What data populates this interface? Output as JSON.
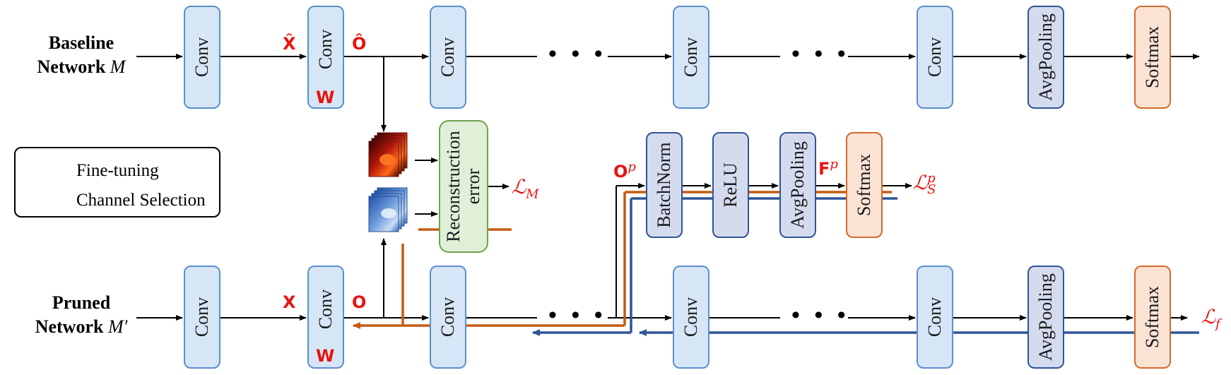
{
  "rows": {
    "baseline": {
      "line1": "Baseline",
      "line2": "Network",
      "symbol": "M"
    },
    "pruned": {
      "line1": "Pruned",
      "line2": "Network",
      "symbol": "M′"
    }
  },
  "blocks": {
    "conv": "Conv",
    "avgpool": "AvgPooling",
    "softmax": "Softmax",
    "batchnorm": "BatchNorm",
    "relu": "ReLU",
    "recon_line1": "Reconstruction",
    "recon_line2": "error"
  },
  "symbols": {
    "x_hat": "X̂",
    "o_hat": "Ô",
    "w": "W",
    "x": "X",
    "o": "O",
    "op_base": "O",
    "op_sup": "p",
    "fp_base": "F",
    "fp_sup": "p"
  },
  "losses": {
    "lm_base": "ℒ",
    "lm_sub": "M",
    "ls_base": "ℒ",
    "ls_sub": "S",
    "ls_sup": "p",
    "lf_base": "ℒ",
    "lf_sub": "f"
  },
  "ellipsis": "• • •",
  "legend": {
    "finetune": "Fine-tuning",
    "channel": "Channel Selection",
    "finetune_color": "#2f5597",
    "channel_color": "#c55a11"
  }
}
